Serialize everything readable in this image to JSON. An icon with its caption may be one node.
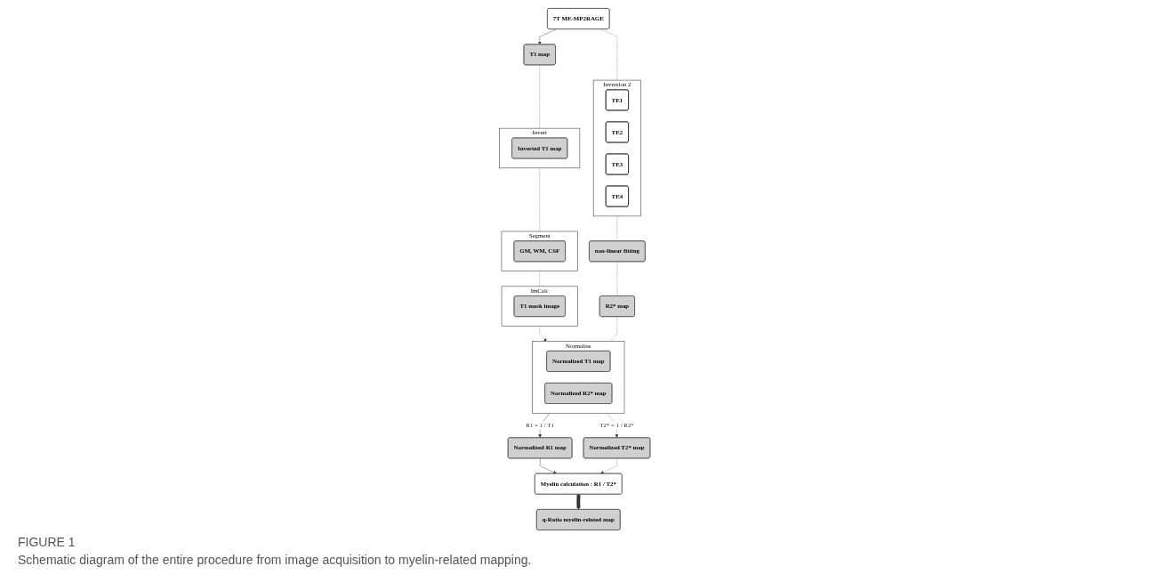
{
  "diagram": {
    "caption": "Schematic diagram of the entire procedure from image acquisition to myelin-related mapping.",
    "nodes": [
      {
        "text": [
          "7T ME-MP2RAGE"
        ]
      },
      {
        "text": [
          "T1 map"
        ]
      },
      {
        "text": [
          "Invert"
        ]
      },
      {
        "text": [
          "Inverted T1 map"
        ],
        "in": 2
      },
      {
        "text": [
          "Segment"
        ]
      },
      {
        "text": [
          "GM, WM, CSF"
        ],
        "in": 4
      },
      {
        "text": [
          "ImCalc"
        ]
      },
      {
        "text": [
          "T1 mask image"
        ],
        "in": 6
      },
      {
        "text": [
          "Normalise"
        ]
      },
      {
        "text": [
          "Normalized T1 map"
        ],
        "in": 8
      },
      {
        "text": [
          "Normalized R2* map"
        ],
        "in": 8
      },
      {
        "text": [
          "Inversion 2"
        ]
      },
      {
        "text": [
          "TE1"
        ],
        "in": 11
      },
      {
        "text": [
          "TE2"
        ],
        "in": 11
      },
      {
        "text": [
          "TE3"
        ],
        "in": 11
      },
      {
        "text": [
          "TE4"
        ],
        "in": 11
      },
      {
        "text": [
          "non-linear fitting"
        ]
      },
      {
        "text": [
          "R2* map"
        ]
      },
      {
        "text": [
          "Normalized R1 map"
        ]
      },
      {
        "text": [
          "Normalized T2* map"
        ]
      },
      {
        "text": [
          "Myelin calculation : R1 / T2*"
        ]
      },
      {
        "text": [
          "q-Ratio myelin-related map"
        ]
      }
    ],
    "edges": [
      {
        "from": 0,
        "to": 1,
        "arrow": "to"
      },
      {
        "from": 1,
        "to": 2,
        "arrow": "none",
        "style": "dashed"
      },
      {
        "from": 2,
        "to": 4,
        "arrow": "none",
        "style": "dashed"
      },
      {
        "from": 4,
        "to": 6,
        "arrow": "none",
        "style": "dashed"
      },
      {
        "from": 6,
        "to": 8,
        "arrow": "to",
        "style": "dashed"
      },
      {
        "from": 0,
        "to": 11,
        "arrow": "none",
        "style": "dashed"
      },
      {
        "from": 11,
        "to": 16,
        "arrow": "none",
        "style": "dashed"
      },
      {
        "from": 16,
        "to": 17,
        "arrow": "none",
        "style": "dashed"
      },
      {
        "from": 17,
        "to": 8,
        "arrow": "none",
        "style": "dashed"
      },
      {
        "from": 8,
        "to": 18,
        "arrow": "to",
        "label": "R1 = 1 / T1"
      },
      {
        "from": 8,
        "to": 19,
        "arrow": "to",
        "label": "T2* = 1 / R2*",
        "style": "dashed"
      },
      {
        "from": 18,
        "to": 20,
        "arrow": "to"
      },
      {
        "from": 19,
        "to": 20,
        "arrow": "to",
        "style": "dashed"
      },
      {
        "from": 20,
        "to": 21,
        "arrow": "to",
        "style": "thick"
      }
    ],
    "labels": [
      "FIGURE 1"
    ]
  }
}
